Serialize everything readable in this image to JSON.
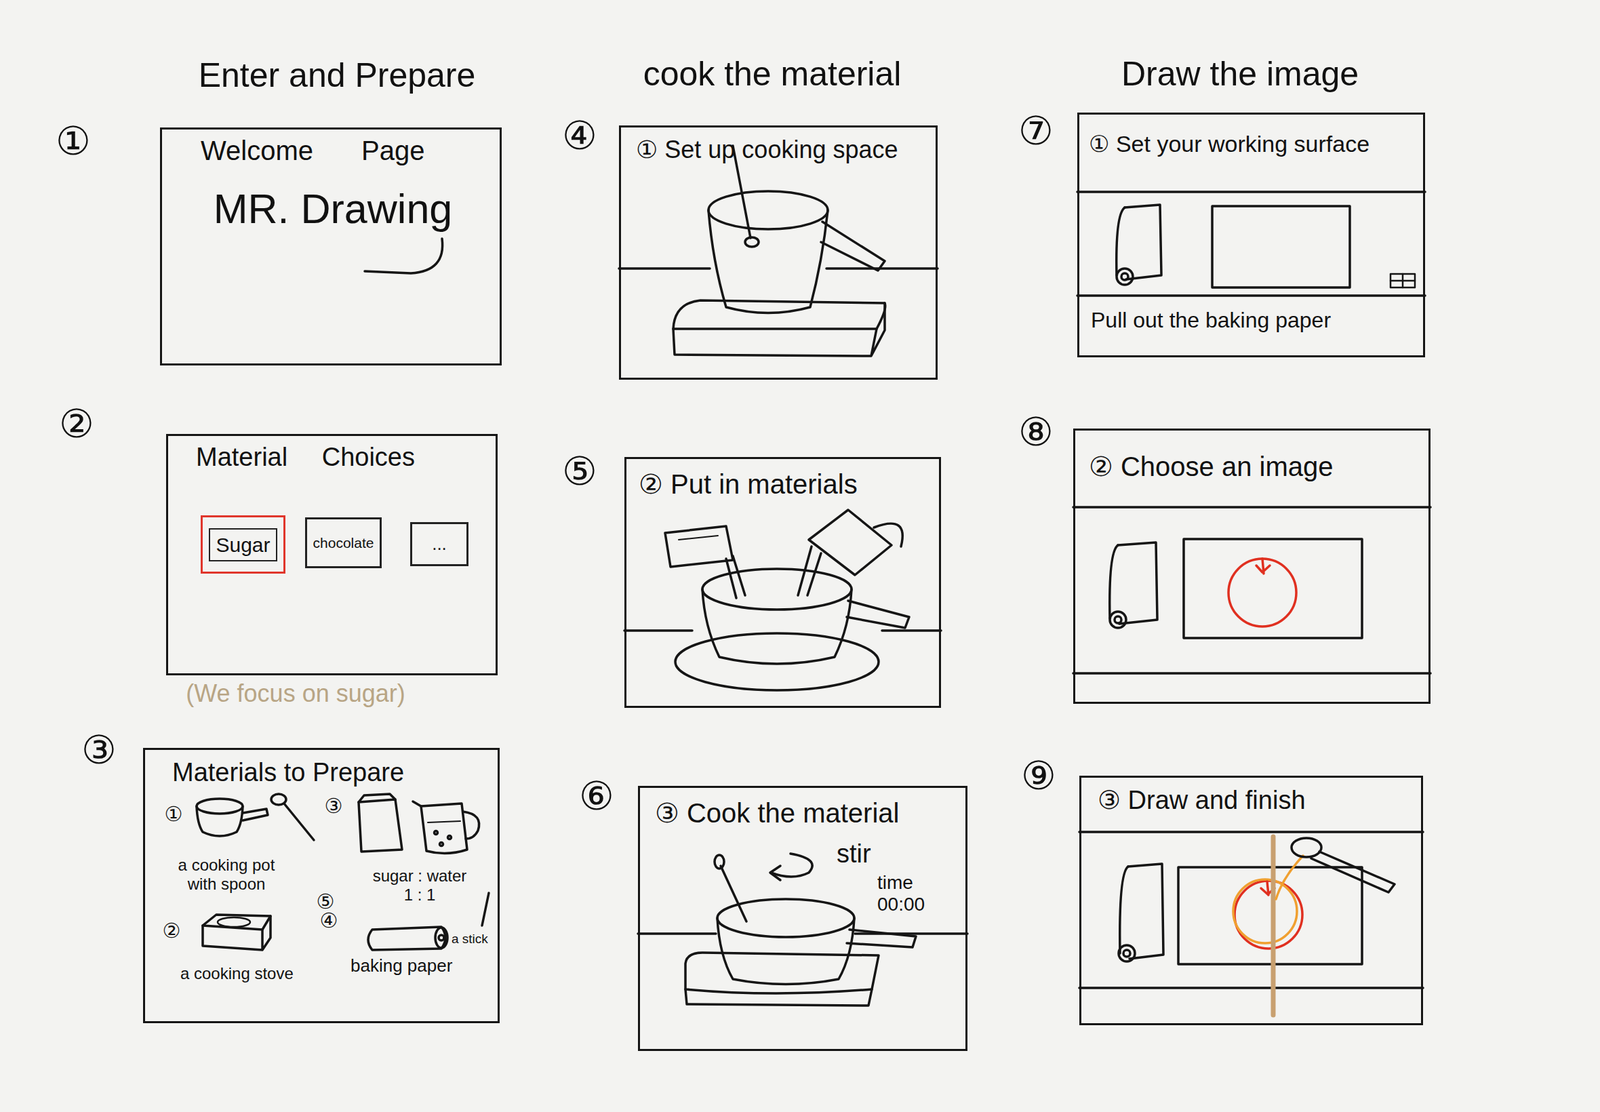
{
  "diagram": {
    "nodes": [
      {
        "text": [
          "Welcome Page",
          "MR. Drawing"
        ]
      },
      {
        "text": [
          "Material Choices"
        ]
      },
      {
        "text": [
          "Sugar"
        ],
        "in": 1
      },
      {
        "text": [
          "chocolate"
        ],
        "in": 1
      },
      {
        "text": [
          "..."
        ],
        "in": 1
      },
      {
        "text": [
          "Materials to Prepare",
          "a cooking pot with spoon",
          "sugar : water 1 : 1",
          "a cooking stove",
          "baking paper",
          "a stick"
        ]
      },
      {
        "text": [
          "① Set up cooking space"
        ]
      },
      {
        "text": [
          "② Put in materials"
        ]
      },
      {
        "text": [
          "③ Cook the material",
          "stir",
          "time 00:00"
        ]
      },
      {
        "text": [
          "① Set your working surface",
          "Pull out the baking paper"
        ]
      },
      {
        "text": [
          "② Choose an image"
        ]
      },
      {
        "text": [
          "③ Draw and finish"
        ]
      }
    ],
    "labels": [
      "Enter and Prepare",
      "cook the material",
      "Draw the image",
      "①",
      "④",
      "⑦",
      "②",
      "⑤",
      "⑧",
      "③",
      "⑥",
      "⑨",
      "(We focus on sugar)",
      "①",
      "③",
      "⑤",
      "②",
      "④"
    ]
  }
}
